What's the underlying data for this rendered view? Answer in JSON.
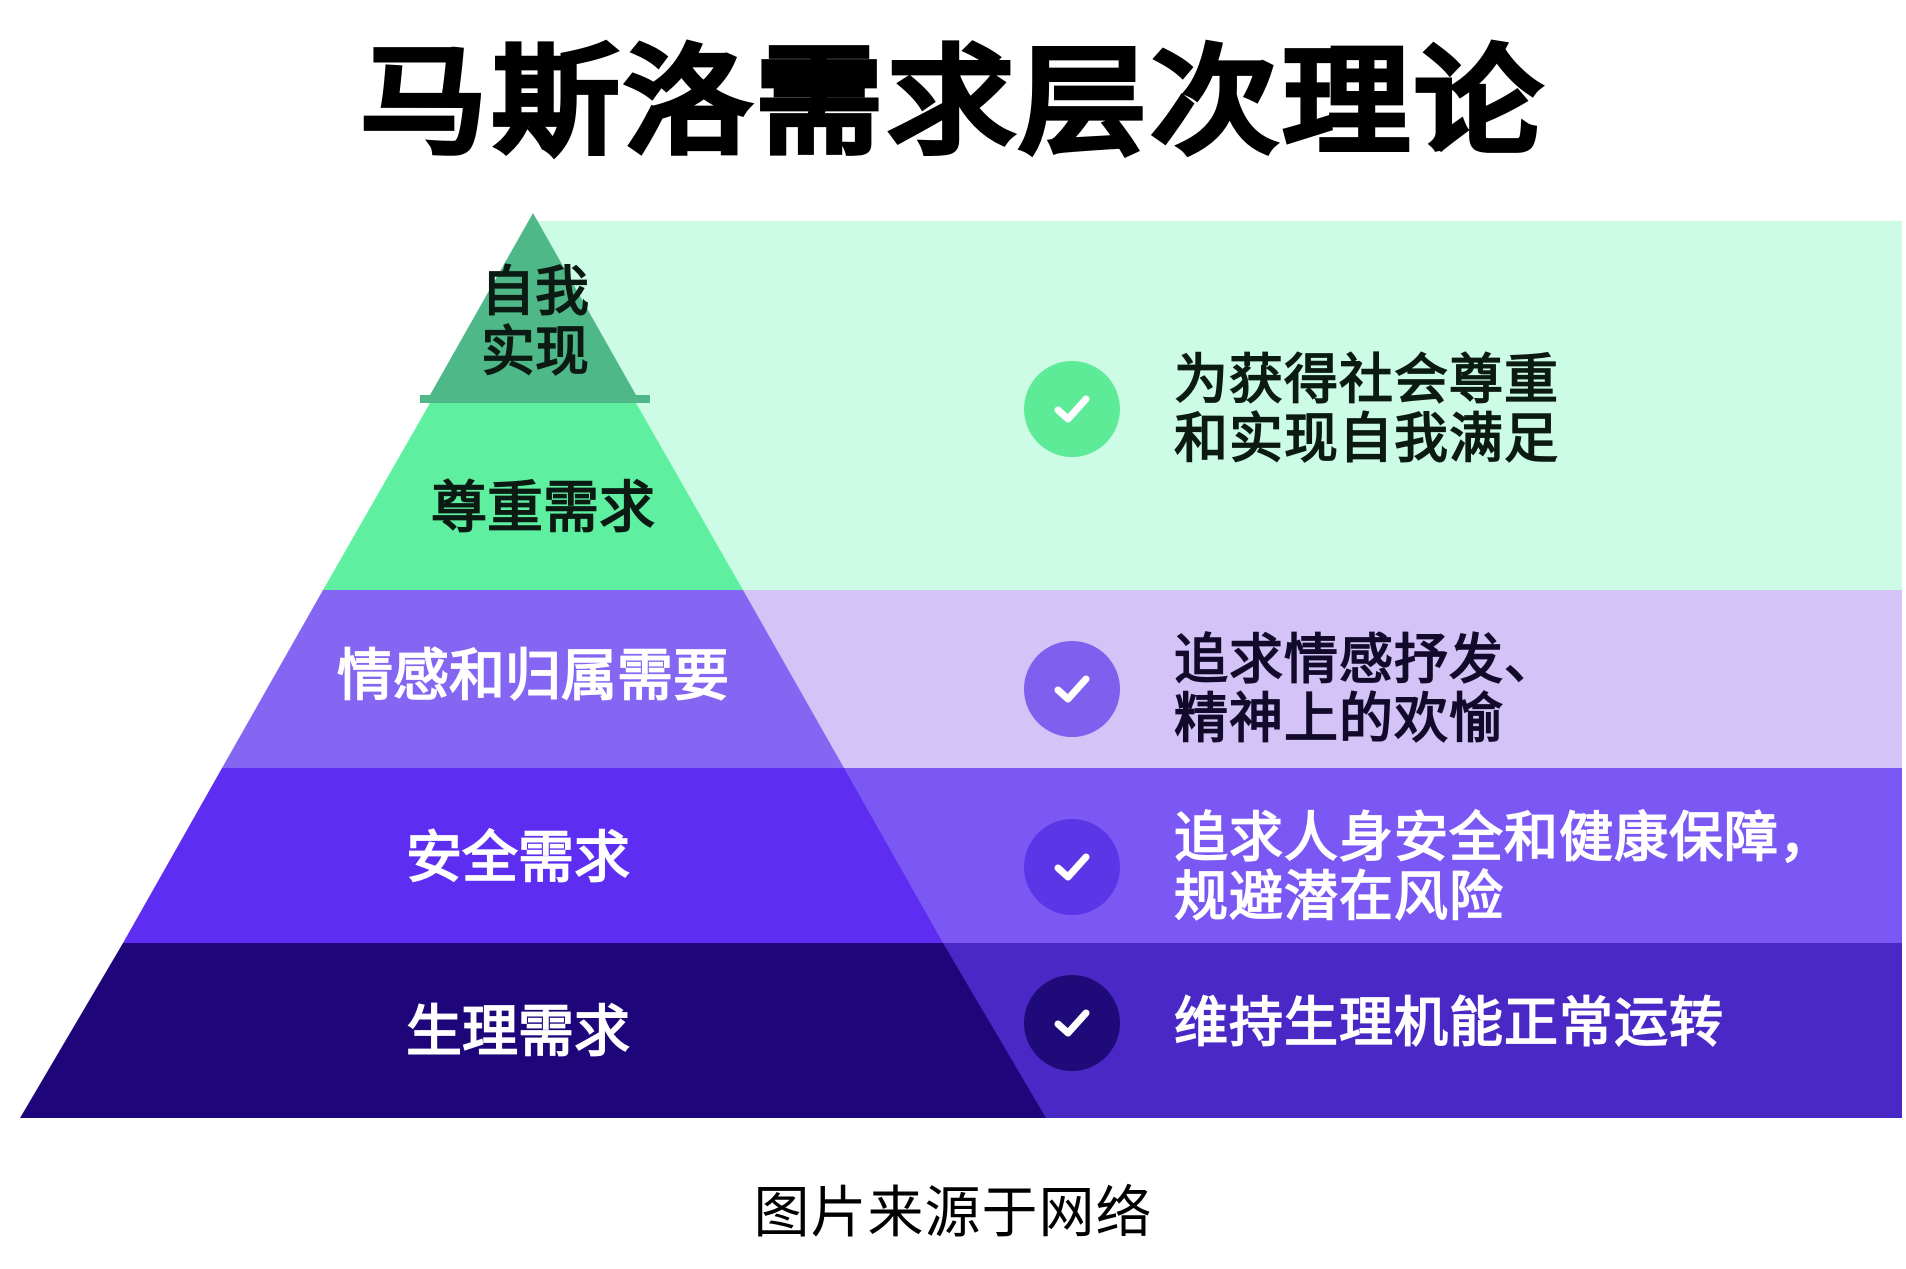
{
  "title": "马斯洛需求层次理论",
  "caption": "图片来源于网络",
  "colors": {
    "tier1": "#4FB888",
    "tier2": "#5EF0A0",
    "tier3": "#8466F2",
    "tier4": "#5D2EF2",
    "tier5": "#1E067A",
    "band_mint": "#CCFBE6",
    "band_lilac": "#D3C3F6",
    "band_violet": "#7B57F3",
    "band_indigo": "#4A28C6",
    "check_green": "#5EEB98",
    "check_lilac": "#7E5FEE",
    "check_violet": "#5B36E6",
    "check_indigo": "#1E0A78"
  },
  "pyramid": {
    "tiers": [
      {
        "label_line1": "自我",
        "label_line2": "实现",
        "level": "top"
      },
      {
        "label": "尊重需求"
      },
      {
        "label": "情感和归属需要"
      },
      {
        "label": "安全需求"
      },
      {
        "label": "生理需求"
      }
    ]
  },
  "descriptions": [
    {
      "icon": "check-circle-icon",
      "text": "为获得社会尊重\n和实现自我满足"
    },
    {
      "icon": "check-circle-icon",
      "text": "追求情感抒发、\n精神上的欢愉"
    },
    {
      "icon": "check-circle-icon",
      "text": "追求人身安全和健康保障，\n规避潜在风险"
    },
    {
      "icon": "check-circle-icon",
      "text": "维持生理机能正常运转"
    }
  ]
}
